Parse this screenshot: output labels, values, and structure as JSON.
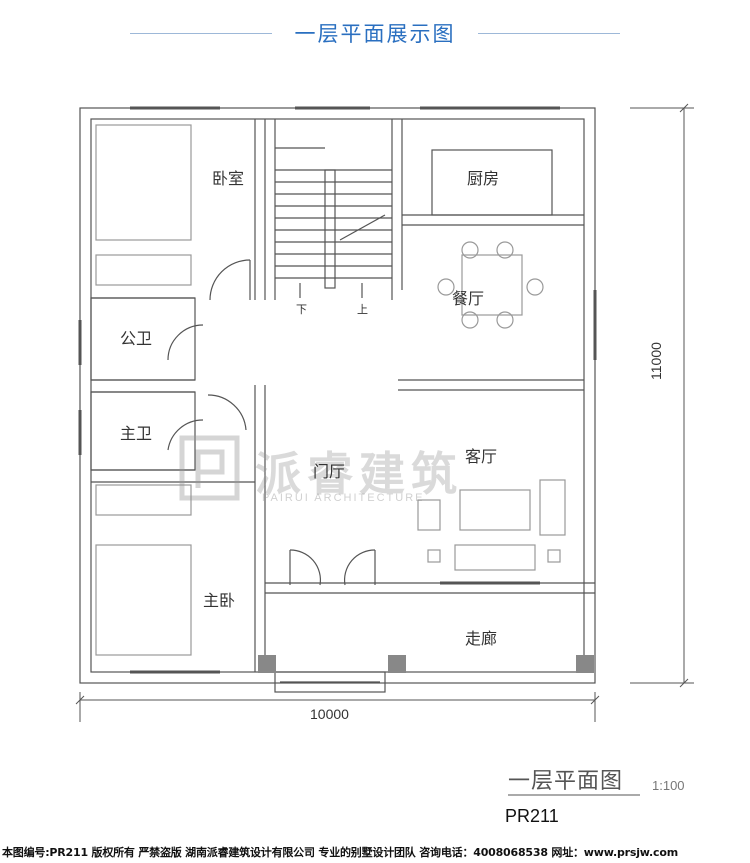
{
  "header": {
    "title": "一层平面展示图"
  },
  "rooms": {
    "bedroom": "卧室",
    "stair_down": "下",
    "stair_up": "上",
    "kitchen": "厨房",
    "dining": "餐厅",
    "public_bath": "公卫",
    "master_bath": "主卫",
    "entrance_hall": "门厅",
    "living": "客厅",
    "master_bedroom": "主卧",
    "corridor": "走廊"
  },
  "dimensions": {
    "width": "10000",
    "depth": "11000"
  },
  "plan": {
    "title": "一层平面图",
    "scale": "1:100",
    "code": "PR211"
  },
  "watermark": {
    "brand": "派睿建筑",
    "subtitle": "PAIRUI ARCHITECTURE"
  },
  "footer": {
    "text": "本图编号:PR211 版权所有 严禁盗版 湖南派睿建筑设计有限公司 专业的别墅设计团队 咨询电话：4008068538 网址：www.prsjw.com"
  },
  "colors": {
    "title_blue": "#2a6fc0",
    "wall": "#555555"
  }
}
